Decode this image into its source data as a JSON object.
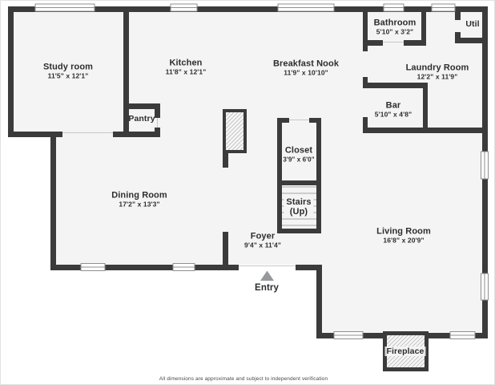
{
  "rooms": {
    "study": {
      "name": "Study room",
      "dims": "11'5\" x 12'1\""
    },
    "kitchen": {
      "name": "Kitchen",
      "dims": "11'8\" x 12'1\""
    },
    "breakfast": {
      "name": "Breakfast Nook",
      "dims": "11'9\" x 10'10\""
    },
    "bathroom": {
      "name": "Bathroom",
      "dims": "5'10\" x 3'2\""
    },
    "util": {
      "name": "Util"
    },
    "laundry": {
      "name": "Laundry Room",
      "dims": "12'2\" x 11'9\""
    },
    "bar": {
      "name": "Bar",
      "dims": "5'10\" x 4'8\""
    },
    "pantry": {
      "name": "Pantry"
    },
    "closet": {
      "name": "Closet",
      "dims": "3'9\" x 6'0\""
    },
    "stairs": {
      "name": "Stairs",
      "dims": "(Up)"
    },
    "dining": {
      "name": "Dining Room",
      "dims": "17'2\" x 13'3\""
    },
    "foyer": {
      "name": "Foyer",
      "dims": "9'4\" x 11'4\""
    },
    "living": {
      "name": "Living Room",
      "dims": "16'8\" x 20'9\""
    },
    "entry": {
      "name": "Entry"
    },
    "fireplace": {
      "name": "Fireplace"
    }
  },
  "icons": {
    "entry_arrow": "triangle-up"
  },
  "colors": {
    "wall": "#3b3b3b",
    "floor": "#f4f4f4",
    "background": "#ffffff",
    "window_border": "#8f8f8f",
    "opening_line": "#c8c8c8",
    "step_line": "#c0c0c0",
    "hatch_line": "#c4c4c4",
    "entry_arrow": "#97999c",
    "text": "#2d2d2d"
  },
  "footer": {
    "disclaimer": "All dimensions are approximate and subject to independent verification"
  }
}
